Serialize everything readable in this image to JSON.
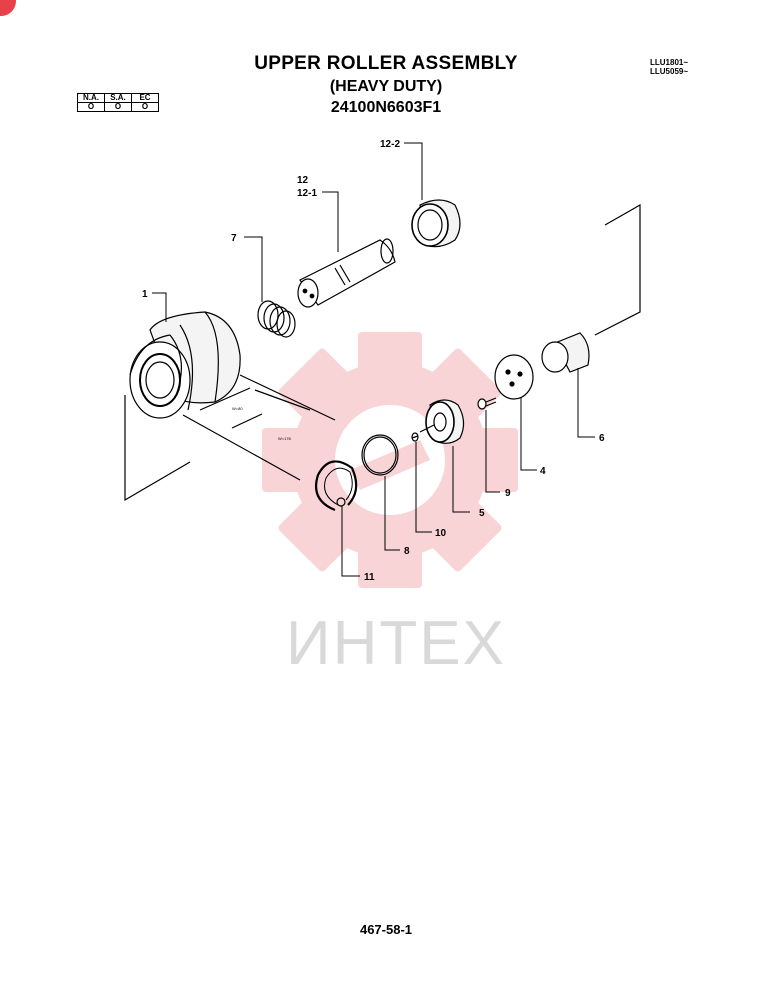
{
  "header": {
    "title": "UPPER ROLLER ASSEMBLY",
    "subtitle": "(HEAVY DUTY)",
    "part_number": "24100N6603F1",
    "serial_ranges": [
      "LLU1801~",
      "LLU5059~"
    ]
  },
  "availability": {
    "columns": [
      "N.A.",
      "S.A.",
      "EC"
    ],
    "marks": [
      "O",
      "O",
      "O"
    ]
  },
  "diagram": {
    "callouts": [
      "1",
      "4",
      "5",
      "6",
      "7",
      "8",
      "9",
      "10",
      "11",
      "12",
      "12-1",
      "12-2"
    ],
    "dimension_labels": [
      "W=80",
      "W=178"
    ]
  },
  "watermark": {
    "text": "ИНТЕХ",
    "color": "#e8414a"
  },
  "footer": {
    "page_number": "467-58-1"
  }
}
